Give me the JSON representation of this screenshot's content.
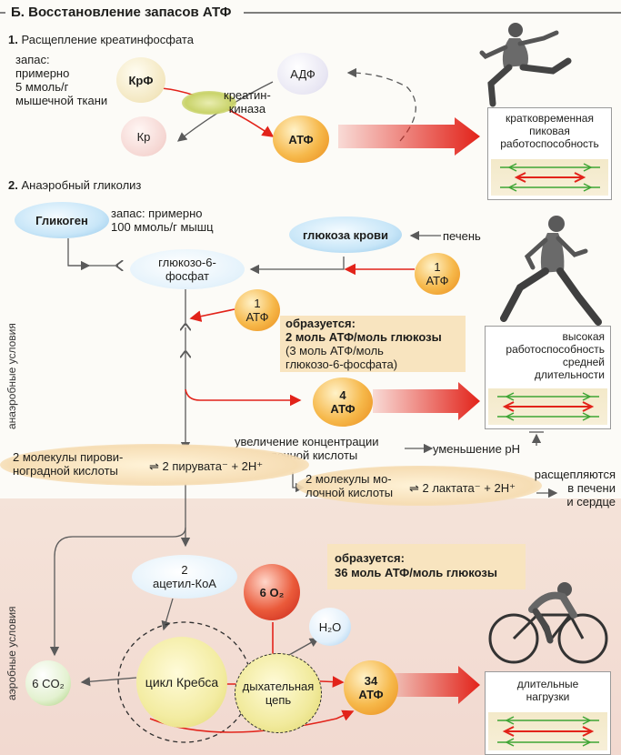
{
  "header": {
    "title": "Б. Восстановление запасов АТФ"
  },
  "section1": {
    "heading_num": "1.",
    "heading_text": "Расщепление креатинфосфата",
    "stock": [
      "запас:",
      "примерно",
      "5 ммоль/г",
      "мышечной ткани"
    ],
    "krf": "КрФ",
    "kr": "Кр",
    "adf": "АДФ",
    "atf": "АТФ",
    "enzyme": [
      "креатин-",
      "киназа"
    ],
    "result": [
      "кратковременная",
      "пиковая",
      "работоспособность"
    ]
  },
  "section2": {
    "heading_num": "2.",
    "heading_text": "Анаэробный гликолиз",
    "glycogen": "Гликоген",
    "glycogen_stock": [
      "запас: примерно",
      "100 ммоль/г мышц"
    ],
    "blood_glucose": "глюкоза крови",
    "liver": "печень",
    "g6p": [
      "глюкозо-6-",
      "фосфат"
    ],
    "atf1_a": [
      "1",
      "АТФ"
    ],
    "atf1_b": [
      "1",
      "АТФ"
    ],
    "yield_note": [
      "образуется:",
      "2 моль АТФ/моль глюкозы",
      "(3 моль АТФ/моль",
      "глюкозо-6-фосфата)"
    ],
    "atf4": [
      "4",
      "АТФ"
    ],
    "result": [
      "высокая",
      "работоспособность",
      "средней",
      "длительности"
    ],
    "lactic_increase": [
      "увеличение концентрации",
      "молочной кислоты"
    ],
    "ph_decrease": "уменьшение рН",
    "pyruvic": [
      "2 молекулы пирови-",
      "ноградной кислоты"
    ],
    "pyruvate_eq": "⇌ 2 пирувата⁻ + 2Н⁺",
    "lactic": [
      "2 молекулы мо-",
      "лочной кислоты"
    ],
    "lactate_eq": "⇌ 2 лактата⁻ + 2Н⁺",
    "split": [
      "расщепляются",
      "в печени",
      "и сердце"
    ],
    "side_label": "анаэробные условия"
  },
  "section3": {
    "acetyl": [
      "2",
      "ацетил-КоА"
    ],
    "o2": "6 O₂",
    "h2o": "H₂O",
    "co2": "6 CO₂",
    "krebs": "цикл Кребса",
    "resp": [
      "дыхательная",
      "цепь"
    ],
    "atf34": [
      "34",
      "АТФ"
    ],
    "yield_note": [
      "образуется:",
      "36 моль АТФ/моль глюкозы"
    ],
    "result": [
      "длительные",
      "нагрузки"
    ],
    "side_label": "аэробные условия"
  },
  "colors": {
    "red_arrow": "#e2231a",
    "green_arrow": "#3fa535",
    "gray_arrow": "#5a5a5a"
  }
}
